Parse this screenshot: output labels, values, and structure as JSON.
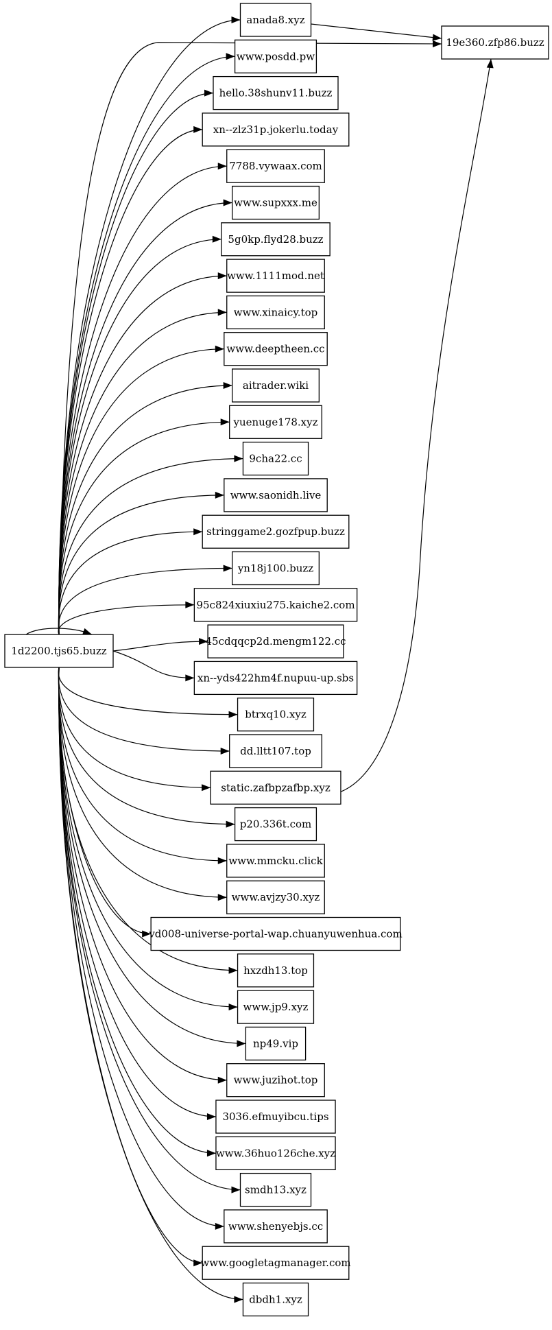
{
  "graph": {
    "root": "1d2200.tjs65.buzz",
    "hub": "19e360.zfp86.buzz",
    "targets": [
      "anada8.xyz",
      "www.posdd.pw",
      "hello.38shunv11.buzz",
      "xn--zlz31p.jokerlu.today",
      "7788.vywaax.com",
      "www.supxxx.me",
      "5g0kp.flyd28.buzz",
      "www.1111mod.net",
      "www.xinaicy.top",
      "www.deeptheen.cc",
      "aitrader.wiki",
      "yuenuge178.xyz",
      "9cha22.cc",
      "www.saonidh.live",
      "stringgame2.gozfpup.buzz",
      "yn18j100.buzz",
      "95c824xiuxiu275.kaiche2.com",
      "45cdqqcp2d.mengm122.cc",
      "xn--yds422hm4f.nupuu-up.sbs",
      "btrxq10.xyz",
      "dd.lltt107.top",
      "static.zafbpzafbp.xyz",
      "p20.336t.com",
      "www.mmcku.click",
      "www.avjzy30.xyz",
      "vd008-universe-portal-wap.chuanyuwenhua.com",
      "hxzdh13.top",
      "www.jp9.xyz",
      "np49.vip",
      "www.juzihot.top",
      "3036.efmuyibcu.tips",
      "www.36huo126che.xyz",
      "smdh13.xyz",
      "www.shenyebjs.cc",
      "www.googletagmanager.com",
      "dbdh1.xyz"
    ],
    "hub_sources": [
      "anada8.xyz",
      "1d2200.tjs65.buzz",
      "static.zafbpzafbp.xyz"
    ],
    "self_loop": true
  }
}
